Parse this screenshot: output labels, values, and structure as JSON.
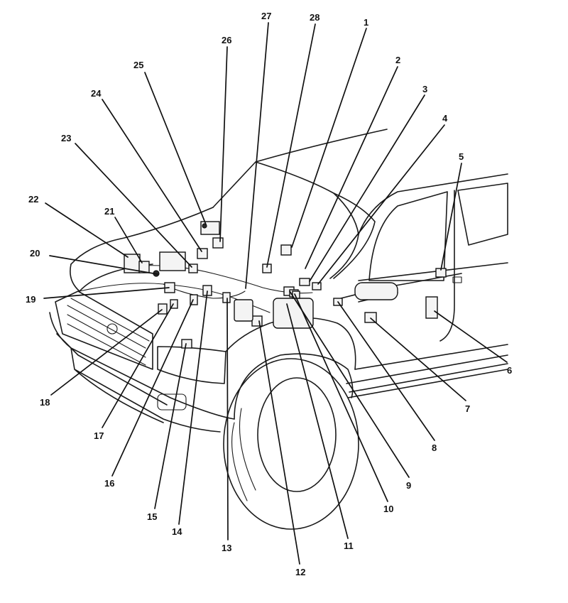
{
  "callouts": [
    {
      "id": 1,
      "label": "1"
    },
    {
      "id": 2,
      "label": "2"
    },
    {
      "id": 3,
      "label": "3"
    },
    {
      "id": 4,
      "label": "4"
    },
    {
      "id": 5,
      "label": "5"
    },
    {
      "id": 6,
      "label": "6"
    },
    {
      "id": 7,
      "label": "7"
    },
    {
      "id": 8,
      "label": "8"
    },
    {
      "id": 9,
      "label": "9"
    },
    {
      "id": 10,
      "label": "10"
    },
    {
      "id": 11,
      "label": "11"
    },
    {
      "id": 12,
      "label": "12"
    },
    {
      "id": 13,
      "label": "13"
    },
    {
      "id": 14,
      "label": "14"
    },
    {
      "id": 15,
      "label": "15"
    },
    {
      "id": 16,
      "label": "16"
    },
    {
      "id": 17,
      "label": "17"
    },
    {
      "id": 18,
      "label": "18"
    },
    {
      "id": 19,
      "label": "19"
    },
    {
      "id": 20,
      "label": "20"
    },
    {
      "id": 21,
      "label": "21"
    },
    {
      "id": 22,
      "label": "22"
    },
    {
      "id": 23,
      "label": "23"
    },
    {
      "id": 24,
      "label": "24"
    },
    {
      "id": 25,
      "label": "25"
    },
    {
      "id": 26,
      "label": "26"
    },
    {
      "id": 27,
      "label": "27"
    },
    {
      "id": 28,
      "label": "28"
    }
  ]
}
